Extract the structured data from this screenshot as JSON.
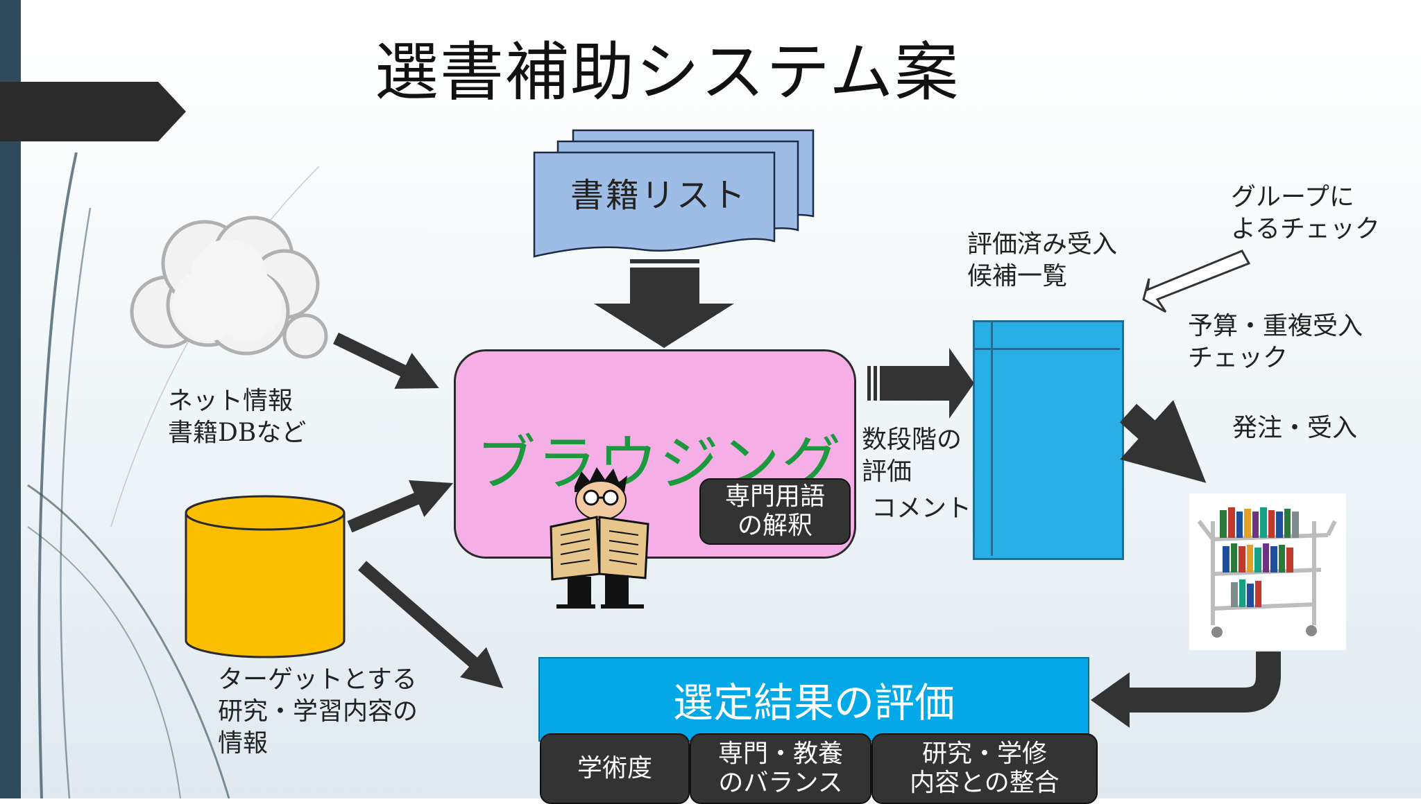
{
  "title": "選書補助システム案",
  "nodes": {
    "book_list": "書籍リスト",
    "browsing": "ブラウジング",
    "term_explain": "専門用語\nの解釈",
    "net_info": "ネット情報\n書籍DBなど",
    "target_info": "ターゲットとする\n研究・学習内容の\n情報",
    "evaluated_list": "評価済み受入\n候補一覧",
    "group_check": "グループに\nよるチェック",
    "budget_check": "予算・重複受入\nチェック",
    "order_receive": "発注・受入",
    "multi_eval": "数段階の\n評価",
    "comment": "コメント",
    "result_eval": "選定結果の評価",
    "criteria": [
      "学術度",
      "専門・教養\nのバランス",
      "研究・学修\n内容との整合"
    ]
  },
  "colors": {
    "browsing_fill": "#f5aee6",
    "browsing_text": "#1a9a3c",
    "list_panel": "#2aaee6",
    "result_box": "#02a9e6",
    "database": "#fbbf00",
    "book_sheets": "#9dbde6",
    "arrows": "#333333",
    "criteria_boxes": "#333333",
    "side_band": "#2e4a5c"
  },
  "icons": [
    "cloud-icon",
    "database-icon",
    "document-stack-icon",
    "reader-figure-icon",
    "book-cart-icon"
  ]
}
